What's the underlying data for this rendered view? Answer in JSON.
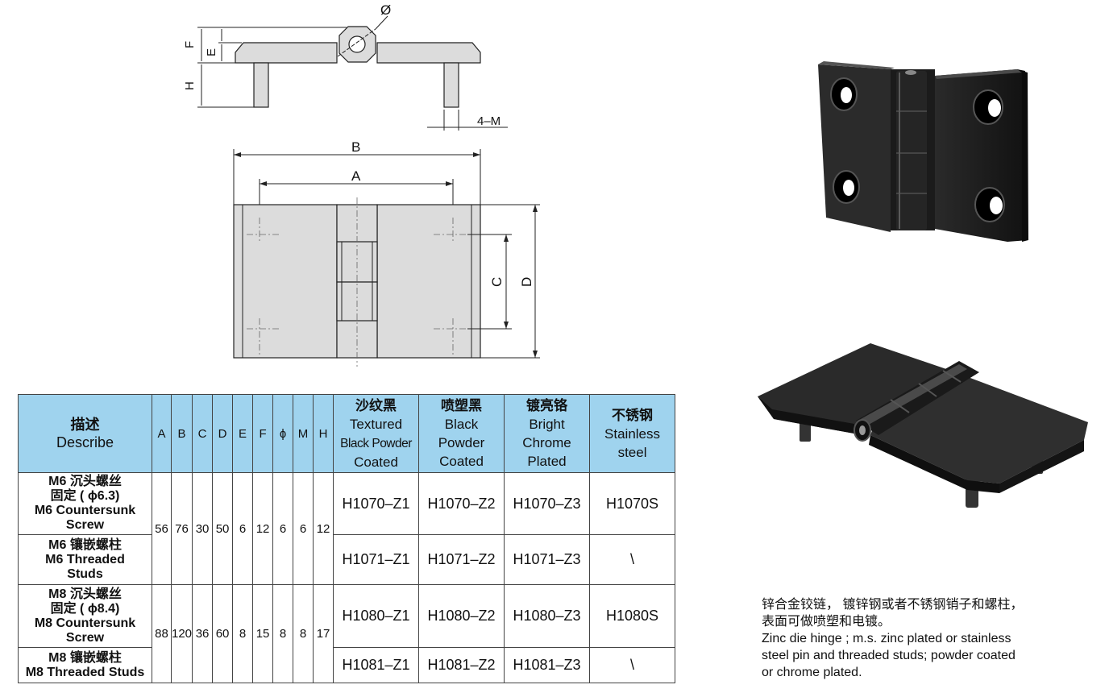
{
  "drawing_labels": {
    "phi": "Ø",
    "F": "F",
    "E": "E",
    "H": "H",
    "M": "4–M",
    "B": "B",
    "A": "A",
    "C": "C",
    "D": "D"
  },
  "table": {
    "header": {
      "desc_cn": "描述",
      "desc_en": "Describe",
      "dims": [
        "A",
        "B",
        "C",
        "D",
        "E",
        "F",
        "ɸ",
        "M",
        "H"
      ],
      "finishes": [
        {
          "cn": "沙纹黑",
          "en": [
            "Textured",
            "Black Powder",
            "Coated"
          ]
        },
        {
          "cn": "喷塑黑",
          "en": [
            "Black",
            "Powder",
            "Coated"
          ]
        },
        {
          "cn": "镀亮铬",
          "en": [
            "Bright",
            "Chrome",
            "Plated"
          ]
        },
        {
          "cn": "不锈钢",
          "en": [
            "Stainless",
            "steel"
          ]
        }
      ]
    },
    "groups": [
      {
        "dims": [
          "56",
          "76",
          "30",
          "50",
          "6",
          "12",
          "6",
          "6",
          "12"
        ]
      },
      {
        "dims": [
          "88",
          "120",
          "36",
          "60",
          "8",
          "15",
          "8",
          "8",
          "17"
        ]
      }
    ],
    "rows": [
      {
        "desc": [
          "M6 沉头螺丝",
          "固定 ( ɸ6.3)",
          "M6 Countersunk",
          "Screw"
        ],
        "codes": [
          "H1070–Z1",
          "H1070–Z2",
          "H1070–Z3",
          "H1070S"
        ]
      },
      {
        "desc": [
          "M6 镶嵌螺柱",
          "M6 Threaded",
          "Studs"
        ],
        "codes": [
          "H1071–Z1",
          "H1071–Z2",
          "H1071–Z3",
          "\\"
        ]
      },
      {
        "desc": [
          "M8 沉头螺丝",
          "固定 ( ɸ8.4)",
          "M8 Countersunk",
          "Screw"
        ],
        "codes": [
          "H1080–Z1",
          "H1080–Z2",
          "H1080–Z3",
          "H1080S"
        ]
      },
      {
        "desc": [
          "M8 镶嵌螺柱",
          "M8 Threaded Studs"
        ],
        "codes": [
          "H1081–Z1",
          "H1081–Z2",
          "H1081–Z3",
          "\\"
        ]
      }
    ]
  },
  "note": {
    "cn": [
      "锌合金铰链， 镀锌钢或者不锈钢销子和螺柱，",
      "表面可做喷塑和电镀。"
    ],
    "en": [
      "Zinc die hinge ; m.s. zinc plated or stainless",
      "steel pin and threaded studs; powder coated",
      "or chrome plated."
    ]
  },
  "colors": {
    "header_bg": "#9fd3ee",
    "drawing_fill": "#dcdcdc",
    "hinge_black": "#1c1c1c"
  }
}
